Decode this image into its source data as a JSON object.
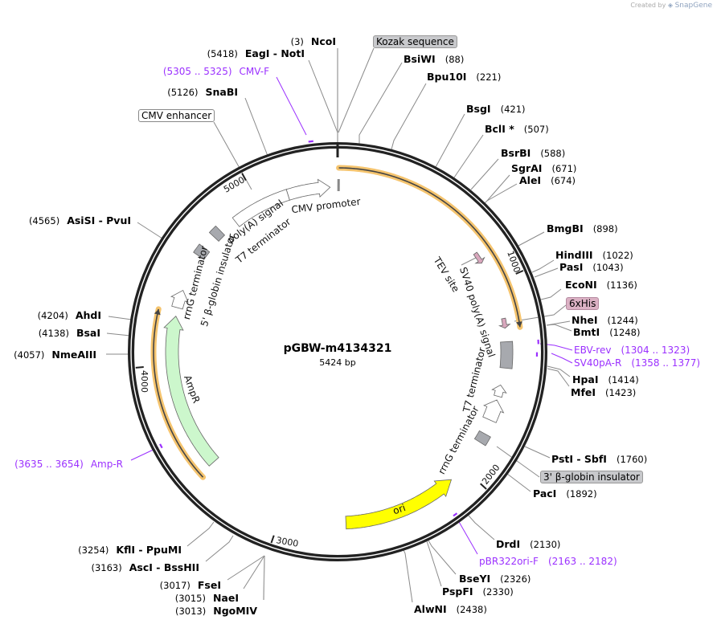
{
  "app": {
    "watermark_prefix": "Created by",
    "watermark_brand": "SnapGene"
  },
  "plasmid": {
    "name": "pGBW-m4134321",
    "size": "5424 bp",
    "length_bp": 5424
  },
  "ticks": [
    "1000",
    "2000",
    "3000",
    "4000",
    "5000"
  ],
  "sites": [
    {
      "name": "NcoI",
      "pos": "(3)"
    },
    {
      "name": "EagI  - NotI",
      "pos": "(5418)"
    },
    {
      "name": "SnaBI",
      "pos": "(5126)"
    },
    {
      "name": "BsiWI",
      "pos": "(88)"
    },
    {
      "name": "Bpu10I",
      "pos": "(221)"
    },
    {
      "name": "BsgI",
      "pos": "(421)"
    },
    {
      "name": "BclI *",
      "pos": "(507)"
    },
    {
      "name": "BsrBI",
      "pos": "(588)"
    },
    {
      "name": "SgrAI",
      "pos": "(671)"
    },
    {
      "name": "AleI",
      "pos": "(674)"
    },
    {
      "name": "BmgBI",
      "pos": "(898)"
    },
    {
      "name": "HindIII",
      "pos": "(1022)"
    },
    {
      "name": "PasI",
      "pos": "(1043)"
    },
    {
      "name": "EcoNI",
      "pos": "(1136)"
    },
    {
      "name": "NheI",
      "pos": "(1244)"
    },
    {
      "name": "BmtI",
      "pos": "(1248)"
    },
    {
      "name": "HpaI",
      "pos": "(1414)"
    },
    {
      "name": "MfeI",
      "pos": "(1423)"
    },
    {
      "name": "PstI  - SbfI",
      "pos": "(1760)"
    },
    {
      "name": "PacI",
      "pos": "(1892)"
    },
    {
      "name": "DrdI",
      "pos": "(2130)"
    },
    {
      "name": "BseYI",
      "pos": "(2326)"
    },
    {
      "name": "PspFI",
      "pos": "(2330)"
    },
    {
      "name": "AlwNI",
      "pos": "(2438)"
    },
    {
      "name": "NgoMIV",
      "pos": "(3013)"
    },
    {
      "name": "NaeI",
      "pos": "(3015)"
    },
    {
      "name": "FseI",
      "pos": "(3017)"
    },
    {
      "name": "AscI  - BssHII",
      "pos": "(3163)"
    },
    {
      "name": "KflI  - PpuMI",
      "pos": "(3254)"
    },
    {
      "name": "NmeAIII",
      "pos": "(4057)"
    },
    {
      "name": "BsaI",
      "pos": "(4138)"
    },
    {
      "name": "AhdI",
      "pos": "(4204)"
    },
    {
      "name": "AsiSI  - PvuI",
      "pos": "(4565)"
    }
  ],
  "primers": [
    {
      "name": "CMV-F",
      "range": "(5305 .. 5325)"
    },
    {
      "name": "EBV-rev",
      "range": "(1304 .. 1323)"
    },
    {
      "name": "SV40pA-R",
      "range": "(1358 .. 1377)"
    },
    {
      "name": "pBR322ori-F",
      "range": "(2163 .. 2182)"
    },
    {
      "name": "Amp-R",
      "range": "(3635 .. 3654)"
    }
  ],
  "callouts": {
    "kozak": "Kozak sequence",
    "cmv_enhancer": "CMV enhancer",
    "his_tag": "6xHis",
    "globin_3": "3' β-globin insulator"
  },
  "feature_labels": {
    "cmv_promoter": "CMV promoter",
    "polya_signal": "poly(A) signal",
    "t7_left": "T7 terminator",
    "globin_5": "5' β-globin insulator",
    "rrng_left": "rrnG terminator",
    "ampr": "AmpR",
    "tev": "TEV site",
    "sv40": "SV40 poly(A) signal",
    "t7_right": "T7 terminator",
    "rrng_right": "rrnG terminator",
    "ori": "ori"
  },
  "colors": {
    "backbone": "#222222",
    "orf": "#f5c46e",
    "ampr": "#ccf7cc",
    "ori": "#ffff00",
    "regulatory": "#a7a9ae",
    "tag": "#d9a7bd",
    "primer": "#9b30ff"
  }
}
